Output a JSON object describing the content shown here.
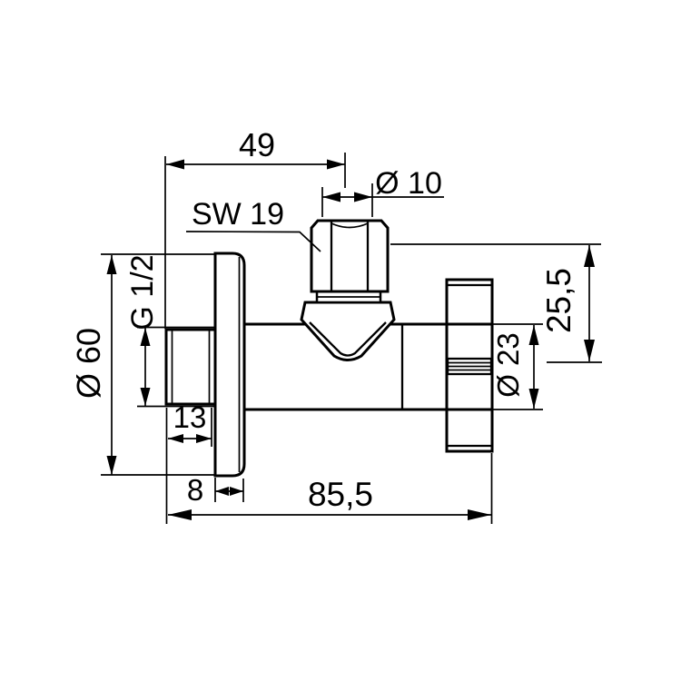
{
  "drawing": {
    "kind": "technical dimension drawing",
    "subject": "angle valve side view",
    "background_color": "#ffffff",
    "line_color": "#000000",
    "labels": {
      "top_width": "49",
      "outlet_diameter": "Ø 10",
      "wrench_size": "SW 19",
      "inlet_thread": "G 1/2",
      "rosette_diameter": "Ø 60",
      "axis_offset": "25,5",
      "handle_diameter": "Ø 23",
      "thread_length": "13",
      "rosette_thickness": "8",
      "total_length": "85,5"
    }
  }
}
